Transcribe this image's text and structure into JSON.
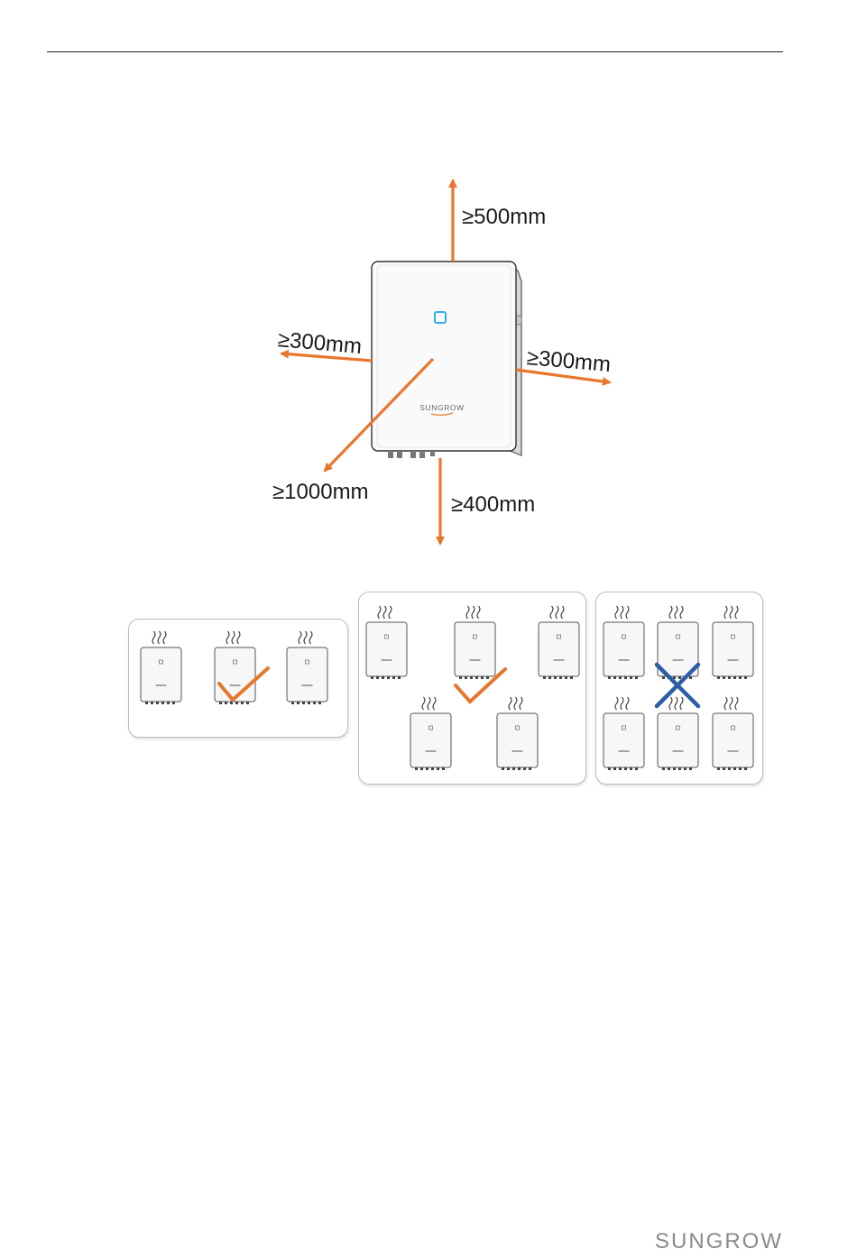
{
  "clearances": {
    "top": "≥500mm",
    "left": "≥300mm",
    "right": "≥300mm",
    "front": "≥1000mm",
    "bottom": "≥400mm"
  },
  "device": {
    "brand": "SUNGROW"
  },
  "footer": {
    "brand": "SUNGROW"
  },
  "colors": {
    "arrow": "#e8772e",
    "check": "#e8772e",
    "cross": "#2c5ea8",
    "text": "#1a1a1a"
  },
  "installation_examples": [
    {
      "layout": "single-row",
      "result": "correct",
      "icon": "checkmark-icon"
    },
    {
      "layout": "staggered-two-rows",
      "result": "correct",
      "icon": "checkmark-icon"
    },
    {
      "layout": "stacked-two-rows",
      "result": "incorrect",
      "icon": "cross-icon"
    }
  ]
}
